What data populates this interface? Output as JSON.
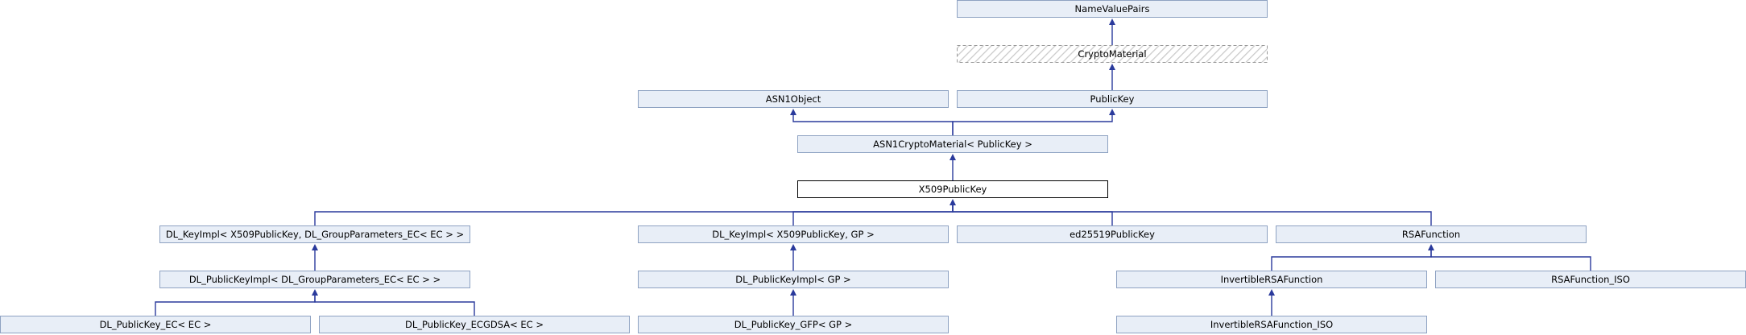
{
  "colors": {
    "node_fill": "#e8eef7",
    "node_stroke": "#8ea2c2",
    "focus_fill": "#ffffff",
    "focus_stroke": "#000000",
    "edge": "#2a3a9c",
    "hatch": "#c9c9c9"
  },
  "nodes": [
    {
      "id": "namevaluepairs",
      "label": "NameValuePairs",
      "style": "normal"
    },
    {
      "id": "cryptomaterial",
      "label": "CryptoMaterial",
      "style": "dashed"
    },
    {
      "id": "asn1object",
      "label": "ASN1Object",
      "style": "normal"
    },
    {
      "id": "publickey",
      "label": "PublicKey",
      "style": "normal"
    },
    {
      "id": "asn1cryptomaterial",
      "label": "ASN1CryptoMaterial< PublicKey >",
      "style": "normal"
    },
    {
      "id": "x509publickey",
      "label": "X509PublicKey",
      "style": "focus"
    },
    {
      "id": "dl-keyimpl-ec",
      "label": "DL_KeyImpl< X509PublicKey, DL_GroupParameters_EC< EC > >",
      "style": "normal"
    },
    {
      "id": "dl-keyimpl-gp",
      "label": "DL_KeyImpl< X509PublicKey, GP >",
      "style": "normal"
    },
    {
      "id": "ed25519publickey",
      "label": "ed25519PublicKey",
      "style": "normal"
    },
    {
      "id": "rsafunction",
      "label": "RSAFunction",
      "style": "normal"
    },
    {
      "id": "dl-publickeyimpl-ec",
      "label": "DL_PublicKeyImpl< DL_GroupParameters_EC< EC > >",
      "style": "normal"
    },
    {
      "id": "dl-publickeyimpl-gp",
      "label": "DL_PublicKeyImpl< GP >",
      "style": "normal"
    },
    {
      "id": "invertiblersafunction",
      "label": "InvertibleRSAFunction",
      "style": "normal"
    },
    {
      "id": "rsafunction-iso",
      "label": "RSAFunction_ISO",
      "style": "normal"
    },
    {
      "id": "dl-publickey-ec",
      "label": "DL_PublicKey_EC< EC >",
      "style": "normal"
    },
    {
      "id": "dl-publickey-ecgdsa",
      "label": "DL_PublicKey_ECGDSA< EC >",
      "style": "normal"
    },
    {
      "id": "dl-publickey-gfp",
      "label": "DL_PublicKey_GFP< GP >",
      "style": "normal"
    },
    {
      "id": "invertiblersafunction-iso",
      "label": "InvertibleRSAFunction_ISO",
      "style": "normal"
    }
  ],
  "edges": [
    {
      "from": "cryptomaterial",
      "to": "namevaluepairs"
    },
    {
      "from": "publickey",
      "to": "cryptomaterial"
    },
    {
      "from": "asn1cryptomaterial",
      "to": "asn1object"
    },
    {
      "from": "asn1cryptomaterial",
      "to": "publickey"
    },
    {
      "from": "x509publickey",
      "to": "asn1cryptomaterial"
    },
    {
      "from": "dl-keyimpl-ec",
      "to": "x509publickey"
    },
    {
      "from": "dl-keyimpl-gp",
      "to": "x509publickey"
    },
    {
      "from": "ed25519publickey",
      "to": "x509publickey"
    },
    {
      "from": "rsafunction",
      "to": "x509publickey"
    },
    {
      "from": "dl-publickeyimpl-ec",
      "to": "dl-keyimpl-ec"
    },
    {
      "from": "dl-publickeyimpl-gp",
      "to": "dl-keyimpl-gp"
    },
    {
      "from": "invertiblersafunction",
      "to": "rsafunction"
    },
    {
      "from": "rsafunction-iso",
      "to": "rsafunction"
    },
    {
      "from": "dl-publickey-ec",
      "to": "dl-publickeyimpl-ec"
    },
    {
      "from": "dl-publickey-ecgdsa",
      "to": "dl-publickeyimpl-ec"
    },
    {
      "from": "dl-publickey-gfp",
      "to": "dl-publickeyimpl-gp"
    },
    {
      "from": "invertiblersafunction-iso",
      "to": "invertiblersafunction"
    }
  ]
}
